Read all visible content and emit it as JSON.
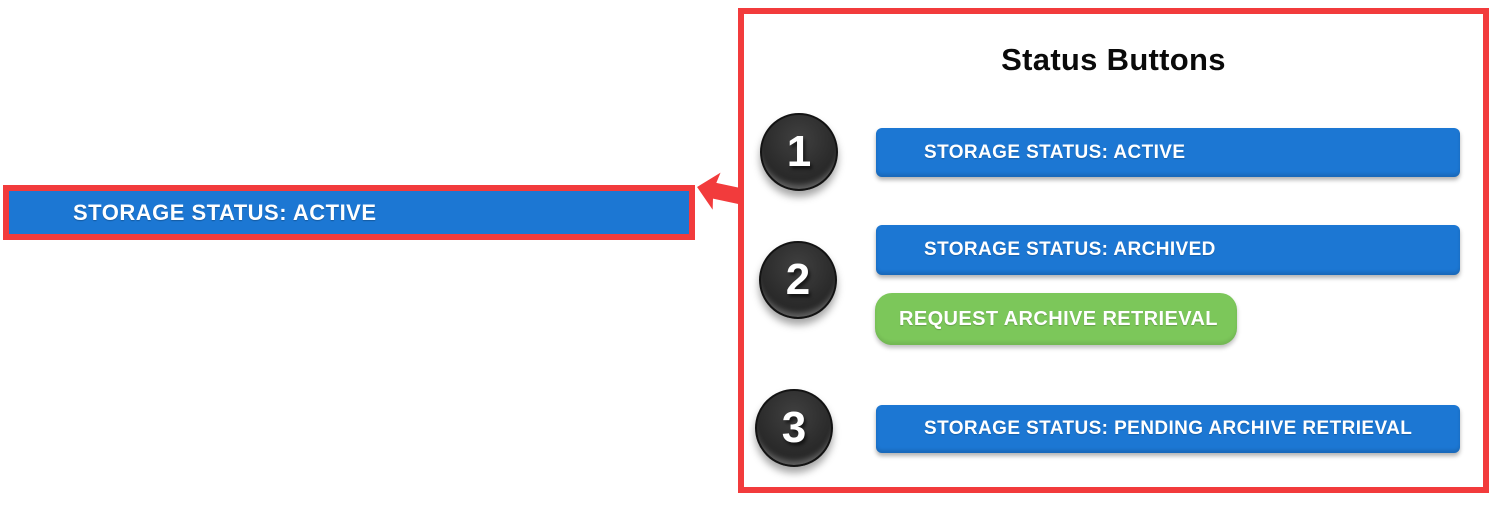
{
  "standalone_button": {
    "label": "STORAGE STATUS: ACTIVE"
  },
  "panel": {
    "title": "Status Buttons",
    "items": [
      {
        "number": "1",
        "buttons": [
          {
            "label": "STORAGE STATUS: ACTIVE",
            "type": "blue"
          }
        ]
      },
      {
        "number": "2",
        "buttons": [
          {
            "label": "STORAGE STATUS: ARCHIVED",
            "type": "blue"
          },
          {
            "label": "REQUEST ARCHIVE RETRIEVAL",
            "type": "green"
          }
        ]
      },
      {
        "number": "3",
        "buttons": [
          {
            "label": "STORAGE STATUS: PENDING ARCHIVE RETRIEVAL",
            "type": "blue"
          }
        ]
      }
    ]
  },
  "colors": {
    "blue": "#1c77d3",
    "green": "#7cc75a",
    "red": "#f23b3c",
    "circle_dark": "#2d2d2d",
    "text_on_buttons": "#ffffff",
    "title_text": "#0a0a0a"
  }
}
